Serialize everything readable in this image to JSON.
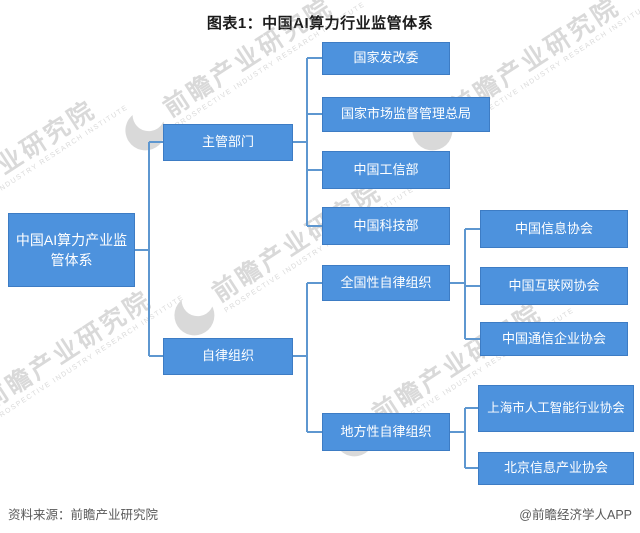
{
  "title": "图表1：中国AI算力行业监管体系",
  "watermark": {
    "text": "前瞻产业研究院",
    "subtext": "PROSPECTIVE INDUSTRY RESEARCH INSTITUTE"
  },
  "colors": {
    "box_fill": "#4D92DD",
    "box_border": "#3D7CC4",
    "connector": "#5E97D0"
  },
  "tree": {
    "root": "中国AI算力产业监管体系",
    "branches": [
      {
        "label": "主管部门",
        "children": [
          {
            "label": "国家发改委"
          },
          {
            "label": "国家市场监督管理总局"
          },
          {
            "label": "中国工信部"
          },
          {
            "label": "中国科技部"
          }
        ]
      },
      {
        "label": "自律组织",
        "children": [
          {
            "label": "全国性自律组织",
            "children": [
              {
                "label": "中国信息协会"
              },
              {
                "label": "中国互联网协会"
              },
              {
                "label": "中国通信企业协会"
              }
            ]
          },
          {
            "label": "地方性自律组织",
            "children": [
              {
                "label": "上海市人工智能行业协会"
              },
              {
                "label": "北京信息产业协会"
              }
            ]
          }
        ]
      }
    ]
  },
  "footer": {
    "source": "资料来源：前瞻产业研究院",
    "credit": "@前瞻经济学人APP"
  }
}
